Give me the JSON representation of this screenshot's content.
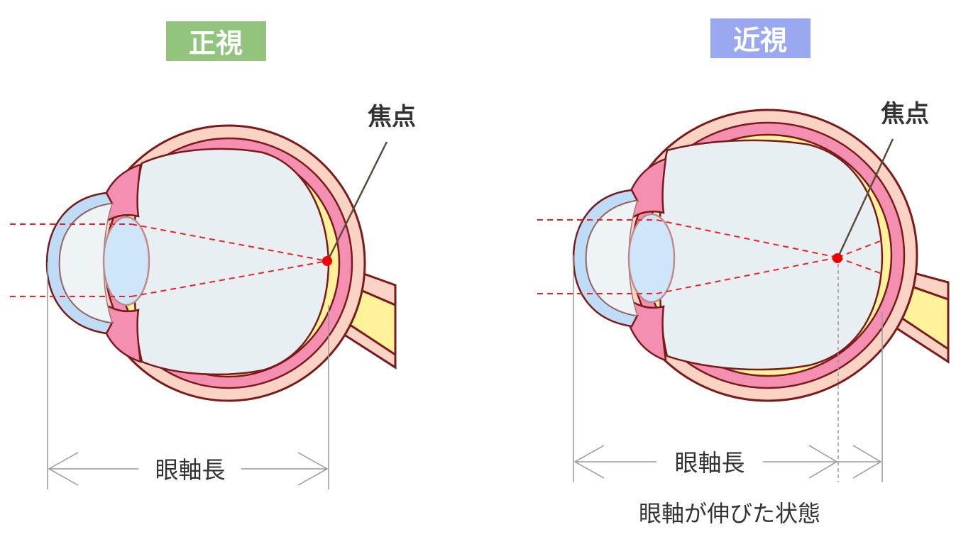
{
  "normal": {
    "title": "正視",
    "focus_label": "焦点",
    "axis_label": "眼軸長",
    "title_color": "#93c47d"
  },
  "myopia": {
    "title": "近視",
    "focus_label": "焦点",
    "axis_label": "眼軸長",
    "note": "眼軸が伸びた状態",
    "title_color": "#9aa8f0"
  },
  "colors": {
    "sclera": "#fbd3c4",
    "outline": "#7a1a1a",
    "choroid": "#f48fb1",
    "retina": "#fff29a",
    "vitreous": "#e8eff2",
    "cornea": "#bfdcf6",
    "lens": "#cfe6fa",
    "light_ray": "#ee2222",
    "focus_point": "#ee0000"
  }
}
